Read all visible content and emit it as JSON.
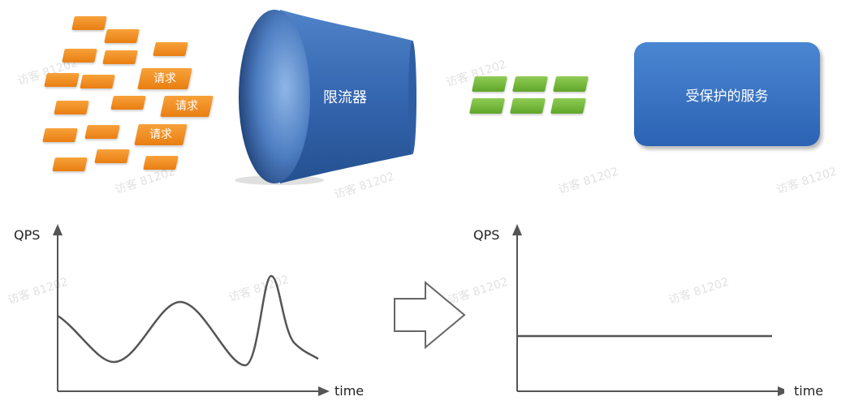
{
  "top": {
    "request_label": "请求",
    "limiter_label": "限流器",
    "service_label": "受保护的服务"
  },
  "charts": {
    "left": {
      "ylabel": "QPS",
      "xlabel": "time"
    },
    "right": {
      "ylabel": "QPS",
      "xlabel": "time"
    }
  },
  "watermark": "访客 81202",
  "colors": {
    "request_orange": "#f08a1c",
    "limiter_blue": "#2d5fa8",
    "passed_green": "#6db33a",
    "service_blue": "#3a74c4"
  }
}
